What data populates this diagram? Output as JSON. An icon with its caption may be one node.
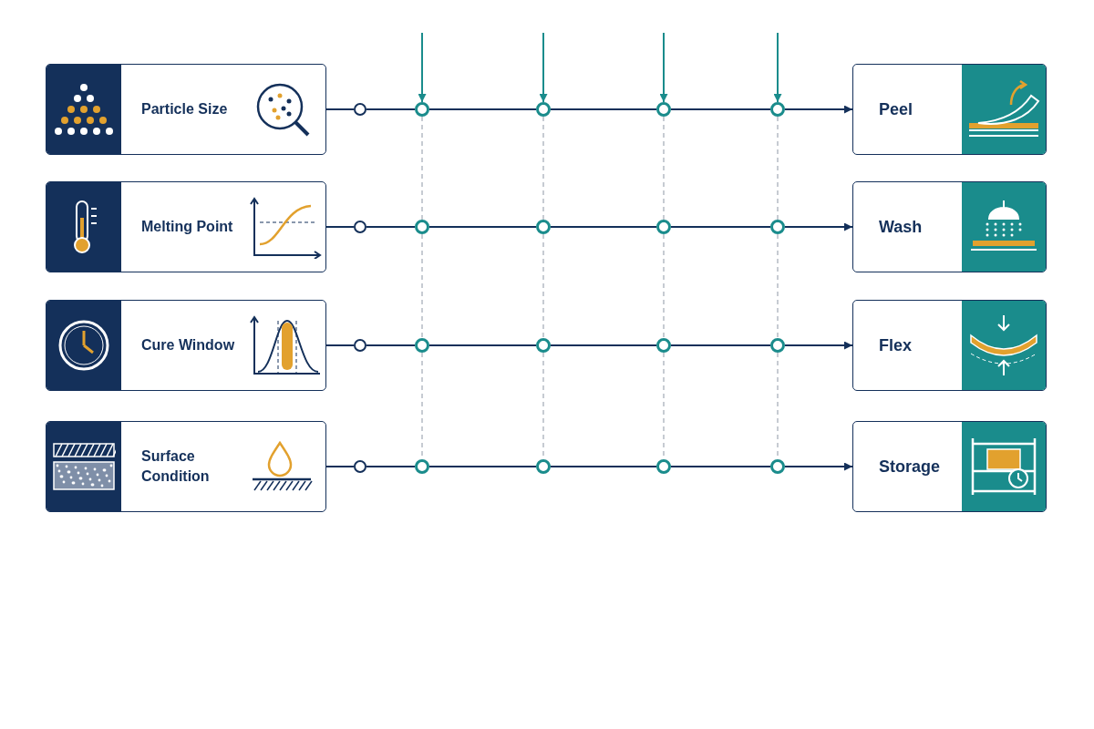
{
  "diagram": {
    "nodes": [
      {
        "text": [
          "Particle Size"
        ]
      },
      {
        "text": [],
        "shape": "circle"
      },
      {
        "text": [],
        "shape": "circle"
      },
      {
        "text": [],
        "shape": "circle"
      },
      {
        "text": [],
        "shape": "circle"
      },
      {
        "text": [],
        "shape": "circle"
      },
      {
        "text": [
          "Peel"
        ]
      },
      {
        "text": [
          "Melting Point"
        ]
      },
      {
        "text": [],
        "shape": "circle"
      },
      {
        "text": [],
        "shape": "circle"
      },
      {
        "text": [],
        "shape": "circle"
      },
      {
        "text": [],
        "shape": "circle"
      },
      {
        "text": [],
        "shape": "circle"
      },
      {
        "text": [
          "Wash"
        ]
      },
      {
        "text": [
          "Cure Window"
        ]
      },
      {
        "text": [],
        "shape": "circle"
      },
      {
        "text": [],
        "shape": "circle"
      },
      {
        "text": [],
        "shape": "circle"
      },
      {
        "text": [],
        "shape": "circle"
      },
      {
        "text": [],
        "shape": "circle"
      },
      {
        "text": [
          "Flex"
        ]
      },
      {
        "text": [
          "Surface Condition"
        ]
      },
      {
        "text": [],
        "shape": "circle"
      },
      {
        "text": [],
        "shape": "circle"
      },
      {
        "text": [],
        "shape": "circle"
      },
      {
        "text": [],
        "shape": "circle"
      },
      {
        "text": [],
        "shape": "circle"
      },
      {
        "text": [
          "Storage"
        ]
      }
    ],
    "edges": [
      {
        "from": 0,
        "to": 1,
        "arrow": "none"
      },
      {
        "from": 1,
        "to": 2,
        "arrow": "none"
      },
      {
        "from": 2,
        "to": 3,
        "arrow": "none"
      },
      {
        "from": 3,
        "to": 4,
        "arrow": "none"
      },
      {
        "from": 4,
        "to": 5,
        "arrow": "none"
      },
      {
        "from": 5,
        "to": 6,
        "arrow": "to"
      },
      {
        "from": 7,
        "to": 8,
        "arrow": "none"
      },
      {
        "from": 8,
        "to": 9,
        "arrow": "none"
      },
      {
        "from": 9,
        "to": 10,
        "arrow": "none"
      },
      {
        "from": 10,
        "to": 11,
        "arrow": "none"
      },
      {
        "from": 11,
        "to": 12,
        "arrow": "none"
      },
      {
        "from": 12,
        "to": 13,
        "arrow": "to"
      },
      {
        "from": 14,
        "to": 15,
        "arrow": "none"
      },
      {
        "from": 15,
        "to": 16,
        "arrow": "none"
      },
      {
        "from": 16,
        "to": 17,
        "arrow": "none"
      },
      {
        "from": 17,
        "to": 18,
        "arrow": "none"
      },
      {
        "from": 18,
        "to": 19,
        "arrow": "none"
      },
      {
        "from": 19,
        "to": 20,
        "arrow": "to"
      },
      {
        "from": 21,
        "to": 22,
        "arrow": "none"
      },
      {
        "from": 22,
        "to": 23,
        "arrow": "none"
      },
      {
        "from": 23,
        "to": 24,
        "arrow": "none"
      },
      {
        "from": 24,
        "to": 25,
        "arrow": "none"
      },
      {
        "from": 25,
        "to": 26,
        "arrow": "none"
      },
      {
        "from": 26,
        "to": 27,
        "arrow": "to"
      },
      {
        "from": null,
        "to": 2,
        "arrow": "to",
        "color": "#1a8c8c"
      },
      {
        "from": null,
        "to": 3,
        "arrow": "to",
        "color": "#1a8c8c"
      },
      {
        "from": null,
        "to": 4,
        "arrow": "to",
        "color": "#1a8c8c"
      },
      {
        "from": null,
        "to": 5,
        "arrow": "to",
        "color": "#1a8c8c"
      },
      {
        "from": 2,
        "to": 9,
        "arrow": "none",
        "style": "dashed",
        "color": "#a9b0bb"
      },
      {
        "from": 9,
        "to": 16,
        "arrow": "none",
        "style": "dashed",
        "color": "#a9b0bb"
      },
      {
        "from": 16,
        "to": 23,
        "arrow": "none",
        "style": "dashed",
        "color": "#a9b0bb"
      },
      {
        "from": 3,
        "to": 10,
        "arrow": "none",
        "style": "dashed",
        "color": "#a9b0bb"
      },
      {
        "from": 10,
        "to": 17,
        "arrow": "none",
        "style": "dashed",
        "color": "#a9b0bb"
      },
      {
        "from": 17,
        "to": 24,
        "arrow": "none",
        "style": "dashed",
        "color": "#a9b0bb"
      },
      {
        "from": 4,
        "to": 11,
        "arrow": "none",
        "style": "dashed",
        "color": "#a9b0bb"
      },
      {
        "from": 11,
        "to": 18,
        "arrow": "none",
        "style": "dashed",
        "color": "#a9b0bb"
      },
      {
        "from": 18,
        "to": 25,
        "arrow": "none",
        "style": "dashed",
        "color": "#a9b0bb"
      },
      {
        "from": 5,
        "to": 12,
        "arrow": "none",
        "style": "dashed",
        "color": "#a9b0bb"
      },
      {
        "from": 12,
        "to": 19,
        "arrow": "none",
        "style": "dashed",
        "color": "#a9b0bb"
      },
      {
        "from": 19,
        "to": 26,
        "arrow": "none",
        "style": "dashed",
        "color": "#a9b0bb"
      }
    ]
  }
}
